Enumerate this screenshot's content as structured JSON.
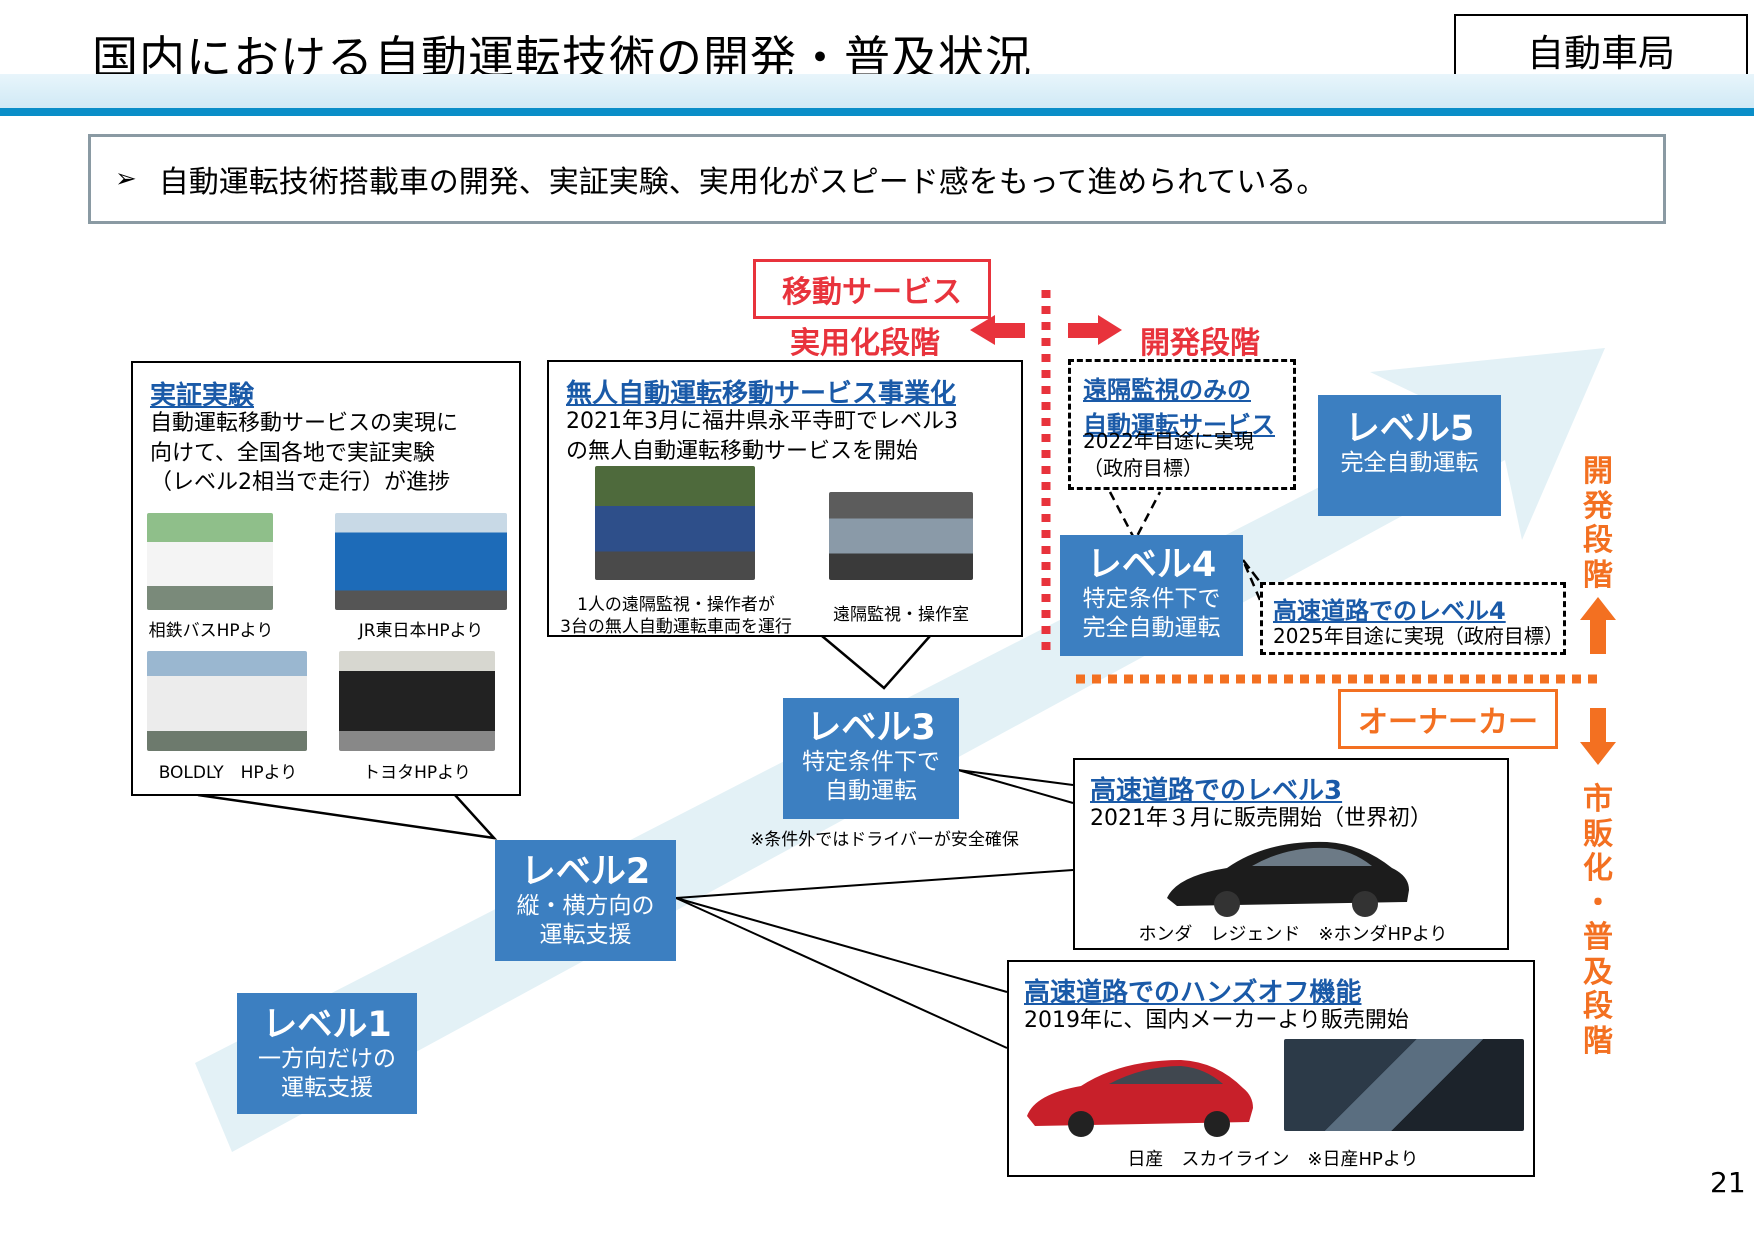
{
  "header": {
    "title": "国内における自動運転技術の開発・普及状況",
    "bureau": "自動車局"
  },
  "summary": {
    "bullet": "➢",
    "text": "自動運転技術搭載車の開発、実証実験、実用化がスピード感をもって進められている。"
  },
  "levels": {
    "l1": {
      "title": "レベル1",
      "desc1": "一方向だけの",
      "desc2": "運転支援"
    },
    "l2": {
      "title": "レベル2",
      "desc1": "縦・横方向の",
      "desc2": "運転支援"
    },
    "l3": {
      "title": "レベル3",
      "desc1": "特定条件下で",
      "desc2": "自動運転",
      "note": "※条件外ではドライバーが安全確保"
    },
    "l4": {
      "title": "レベル4",
      "desc1": "特定条件下で",
      "desc2": "完全自動運転"
    },
    "l5": {
      "title": "レベル5",
      "desc1": "完全自動運転"
    }
  },
  "service": {
    "label": "移動サービス",
    "practical": "実用化段階",
    "development": "開発段階"
  },
  "owner_car": {
    "label": "オーナーカー",
    "development_vertical": "開発段階",
    "market_vertical": "市販化・普及段階"
  },
  "callouts": {
    "trial": {
      "title": "実証実験",
      "line1": "自動運転移動サービスの実現に",
      "line2": "向けて、全国各地で実証実験",
      "line3": "（レベル2相当で走行）が進捗",
      "captions": [
        "相鉄バスHPより",
        "JR東日本HPより",
        "BOLDLY　HPより",
        "トヨタHPより"
      ]
    },
    "unmanned": {
      "title": "無人自動運転移動サービス事業化",
      "line1": "2021年3月に福井県永平寺町でレベル3",
      "line2": "の無人自動運転移動サービスを開始",
      "cap_left1": "1人の遠隔監視・操作者が",
      "cap_left2": "3台の無人自動運転車両を運行",
      "cap_right": "遠隔監視・操作室"
    },
    "remote": {
      "title1": "遠隔監視のみの",
      "title2": "自動運転サービス",
      "line1": "2022年目途に実現",
      "line2": "（政府目標）"
    },
    "highway_l4": {
      "title": "高速道路でのレベル4",
      "line1": "2025年目途に実現（政府目標）"
    },
    "highway_l3": {
      "title": "高速道路でのレベル3",
      "line1": "2021年３月に販売開始（世界初）",
      "caption": "ホンダ　レジェンド　※ホンダHPより"
    },
    "handsoff": {
      "title": "高速道路でのハンズオフ機能",
      "line1": "2019年に、国内メーカーより販売開始",
      "caption": "日産　スカイライン　※日産HPより"
    }
  },
  "page_number": "21",
  "colors": {
    "level_blue": "#3c7fc1",
    "header_blue": "#0a8ec8",
    "service_red": "#e8333c",
    "owner_orange": "#f37021",
    "link_blue": "#1a5aa8"
  }
}
